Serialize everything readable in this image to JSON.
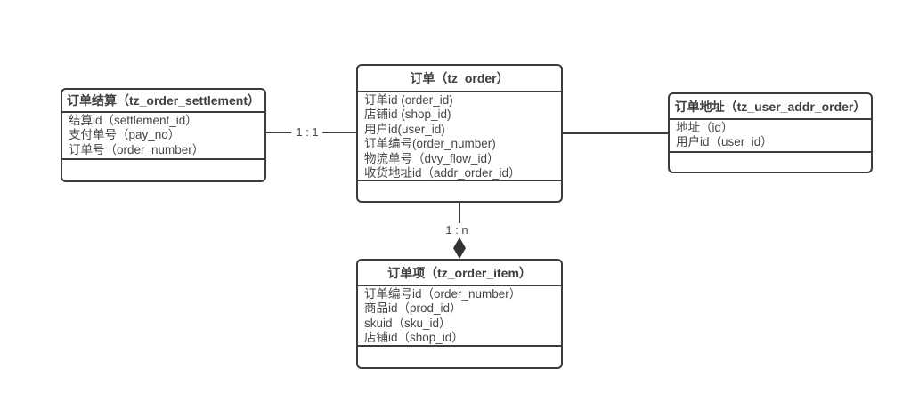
{
  "diagram": {
    "background": "#ffffff",
    "colors": {
      "border": "#3b3b3b",
      "title_text": "#3f3f3f",
      "field_text": "#464646",
      "relation_label_text": "#4a4a4a",
      "diamond_fill": "#333333"
    },
    "entities": [
      {
        "id": "tz_order_settlement",
        "title": "订单结算（tz_order_settlement）",
        "fields": [
          "结算id（settlement_id）",
          "支付单号（pay_no）",
          "订单号（order_number）"
        ]
      },
      {
        "id": "tz_order",
        "title": "订单（tz_order）",
        "fields": [
          "订单id (order_id)",
          "店铺id (shop_id)",
          "用户id(user_id)",
          "订单编号(order_number)",
          "物流单号（dvy_flow_id）",
          "收货地址id（addr_order_id）"
        ]
      },
      {
        "id": "tz_user_addr_order",
        "title": "订单地址（tz_user_addr_order）",
        "fields": [
          "地址（id）",
          "用户id（user_id）"
        ]
      },
      {
        "id": "tz_order_item",
        "title": "订单项（tz_order_item）",
        "fields": [
          "订单编号id（order_number）",
          "商品id（prod_id）",
          "skuid（sku_id）",
          "店铺id（shop_id）"
        ]
      }
    ],
    "relations": [
      {
        "from": "tz_order_settlement",
        "to": "tz_order",
        "label": "1 : 1",
        "style": "plain-line"
      },
      {
        "from": "tz_order",
        "to": "tz_user_addr_order",
        "label": "",
        "style": "plain-line"
      },
      {
        "from": "tz_order",
        "to": "tz_order_item",
        "label": "1 : n",
        "style": "filled-diamond-arrow"
      }
    ]
  }
}
